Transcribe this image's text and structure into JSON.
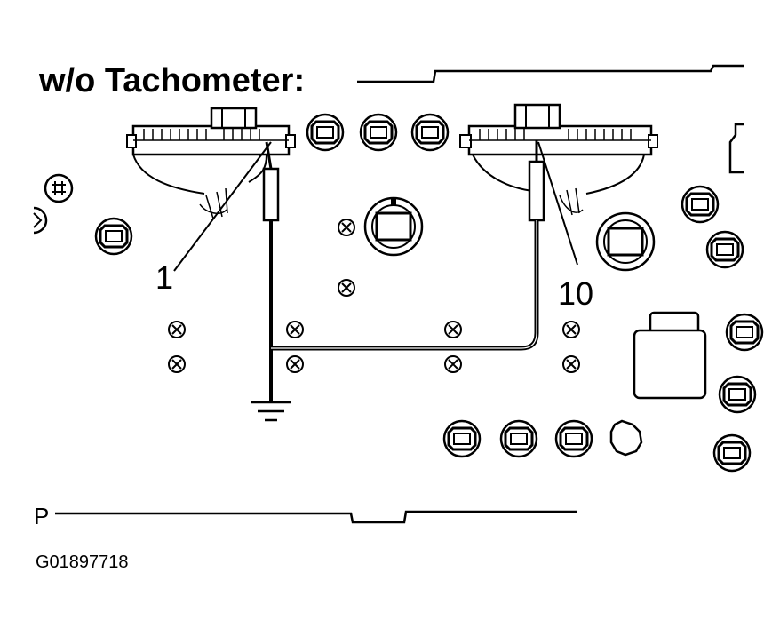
{
  "diagram": {
    "title": "w/o Tachometer:",
    "callouts": [
      "1",
      "10"
    ],
    "edge_label": "P",
    "figure_id": "G01897718"
  },
  "colors": {
    "ink": "#000000",
    "paper": "#ffffff"
  }
}
